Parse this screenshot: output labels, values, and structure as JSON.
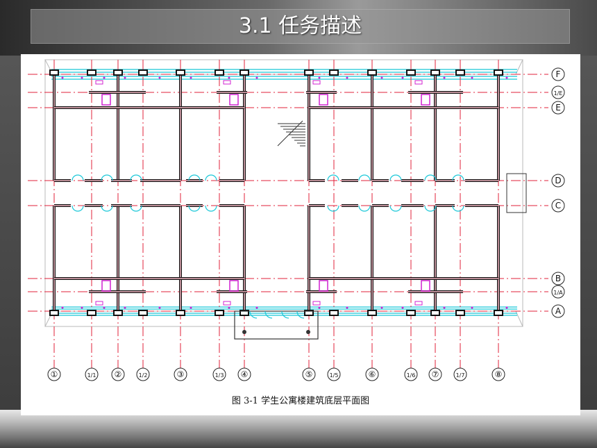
{
  "slide": {
    "title": "3.1  任务描述"
  },
  "drawing": {
    "caption": "图 3-1   学生公寓楼建筑底层平面图",
    "grid_columns": [
      "①",
      "1/1",
      "②",
      "1/2",
      "③",
      "1/3",
      "④",
      "⑤",
      "1/5",
      "⑥",
      "1/6",
      "⑦",
      "1/7",
      "⑧"
    ],
    "grid_rows": [
      "F",
      "1/E",
      "E",
      "D",
      "C",
      "B",
      "1/A",
      "A"
    ],
    "colors": {
      "wall": "#111111",
      "wall_fill": "#f4b8c4",
      "axis": "#e0203a",
      "door": "#19c7d8",
      "fixture": "#d020d0"
    }
  }
}
